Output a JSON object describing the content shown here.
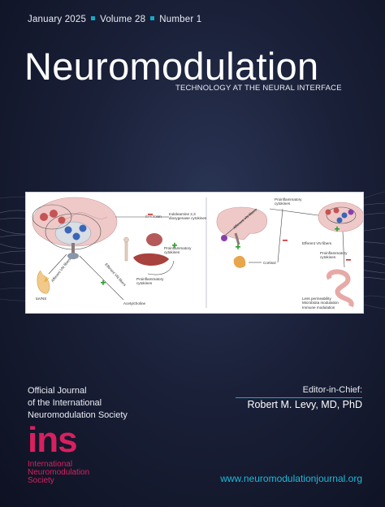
{
  "cover": {
    "issue": {
      "date": "January 2025",
      "volume": "Volume 28",
      "number": "Number 1"
    },
    "title": "Neuromodulation",
    "subtitle": "TECHNOLOGY AT THE NEURAL INTERFACE",
    "figure_labels": {
      "left": {
        "serotonin": "Serotonin",
        "ido": "Indoleamine 2,3\ndioxygenase cytokines",
        "efferent": "Efferent VN fibers",
        "afferent": "Afferent VN fibers",
        "proinflam1": "Proinflammatory\ncytokines",
        "proinflam2": "Proinflammatory\ncytokines",
        "acetylcholine": "Acetylcholine",
        "tavns": "taVNS"
      },
      "right": {
        "proinflam_top": "Proinflammatory\ncytokines",
        "afferent": "Afferent VN fibers",
        "efferent": "Efferent VN fibers",
        "cortisol": "Cortisol",
        "proinflam_mid": "Proinflammatory\ncytokines",
        "gut": "Less permeability\nMicrobiota modulation\nImmune modulation"
      }
    },
    "society": {
      "lines": [
        "Official Journal",
        "of the International",
        "Neuromodulation Society"
      ],
      "logo_text": "ins",
      "logo_sub": [
        "International",
        "Neuromodulation",
        "Society"
      ]
    },
    "editor": {
      "label": "Editor-in-Chief:",
      "name": "Robert M. Levy, MD, PhD"
    },
    "website": "www.neuromodulationjournal.org",
    "colors": {
      "accent": "#16a8c9",
      "ins_logo": "#d8205f",
      "background": "#141a30"
    }
  }
}
